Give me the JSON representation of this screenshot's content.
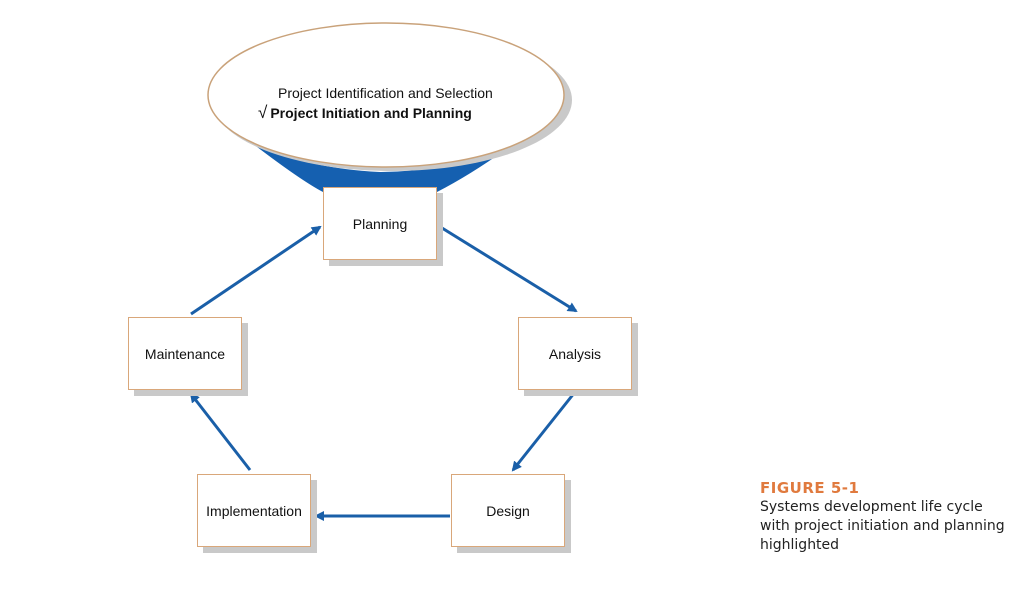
{
  "oval": {
    "items": [
      "Project Identification and Selection",
      "Project Initiation and Planning"
    ],
    "checkmark": "√",
    "checked_index": 1
  },
  "phases": {
    "planning": "Planning",
    "analysis": "Analysis",
    "design": "Design",
    "implementation": "Implementation",
    "maintenance": "Maintenance"
  },
  "caption": {
    "figure_label": "FIGURE 5-1",
    "description": "Systems development life cycle with project initiation and planning highlighted"
  },
  "colors": {
    "arrow": "#1a5fa8",
    "wedge": "#1560b0",
    "oval_border": "#c9a27a",
    "box_border": "#d9a77a",
    "caption_accent": "#e07a3e"
  }
}
